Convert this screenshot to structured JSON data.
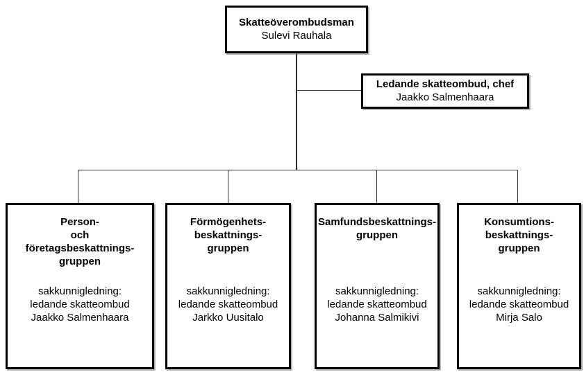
{
  "chart": {
    "top": {
      "title": "Skatteöverombudsman",
      "name": "Sulevi Rauhala"
    },
    "chief": {
      "title": "Ledande skatteombud, chef",
      "name": "Jaakko Salmenhaara"
    },
    "groups": [
      {
        "title_lines": [
          "Person-",
          "och",
          "företagsbeskattnings-",
          "gruppen"
        ],
        "detail_lines": [
          "sakkunnigledning:",
          "ledande skatteombud",
          "Jaakko Salmenhaara"
        ]
      },
      {
        "title_lines": [
          "Förmögenhets-",
          "beskattnings-",
          "gruppen"
        ],
        "detail_lines": [
          "sakkunnigledning:",
          "ledande skatteombud",
          "Jarkko Uusitalo"
        ]
      },
      {
        "title_lines": [
          "Samfundsbeskattnings-",
          "gruppen"
        ],
        "detail_lines": [
          "sakkunnigledning:",
          "ledande skatteombud",
          "Johanna Salmikivi"
        ]
      },
      {
        "title_lines": [
          "Konsumtions-",
          "beskattnings-",
          "gruppen"
        ],
        "detail_lines": [
          "sakkunnigledning:",
          "ledande skatteombud",
          "Mirja Salo"
        ]
      }
    ],
    "colors": {
      "border": "#000000",
      "background": "#ffffff",
      "text": "#000000",
      "line": "#2e2e2e"
    }
  }
}
